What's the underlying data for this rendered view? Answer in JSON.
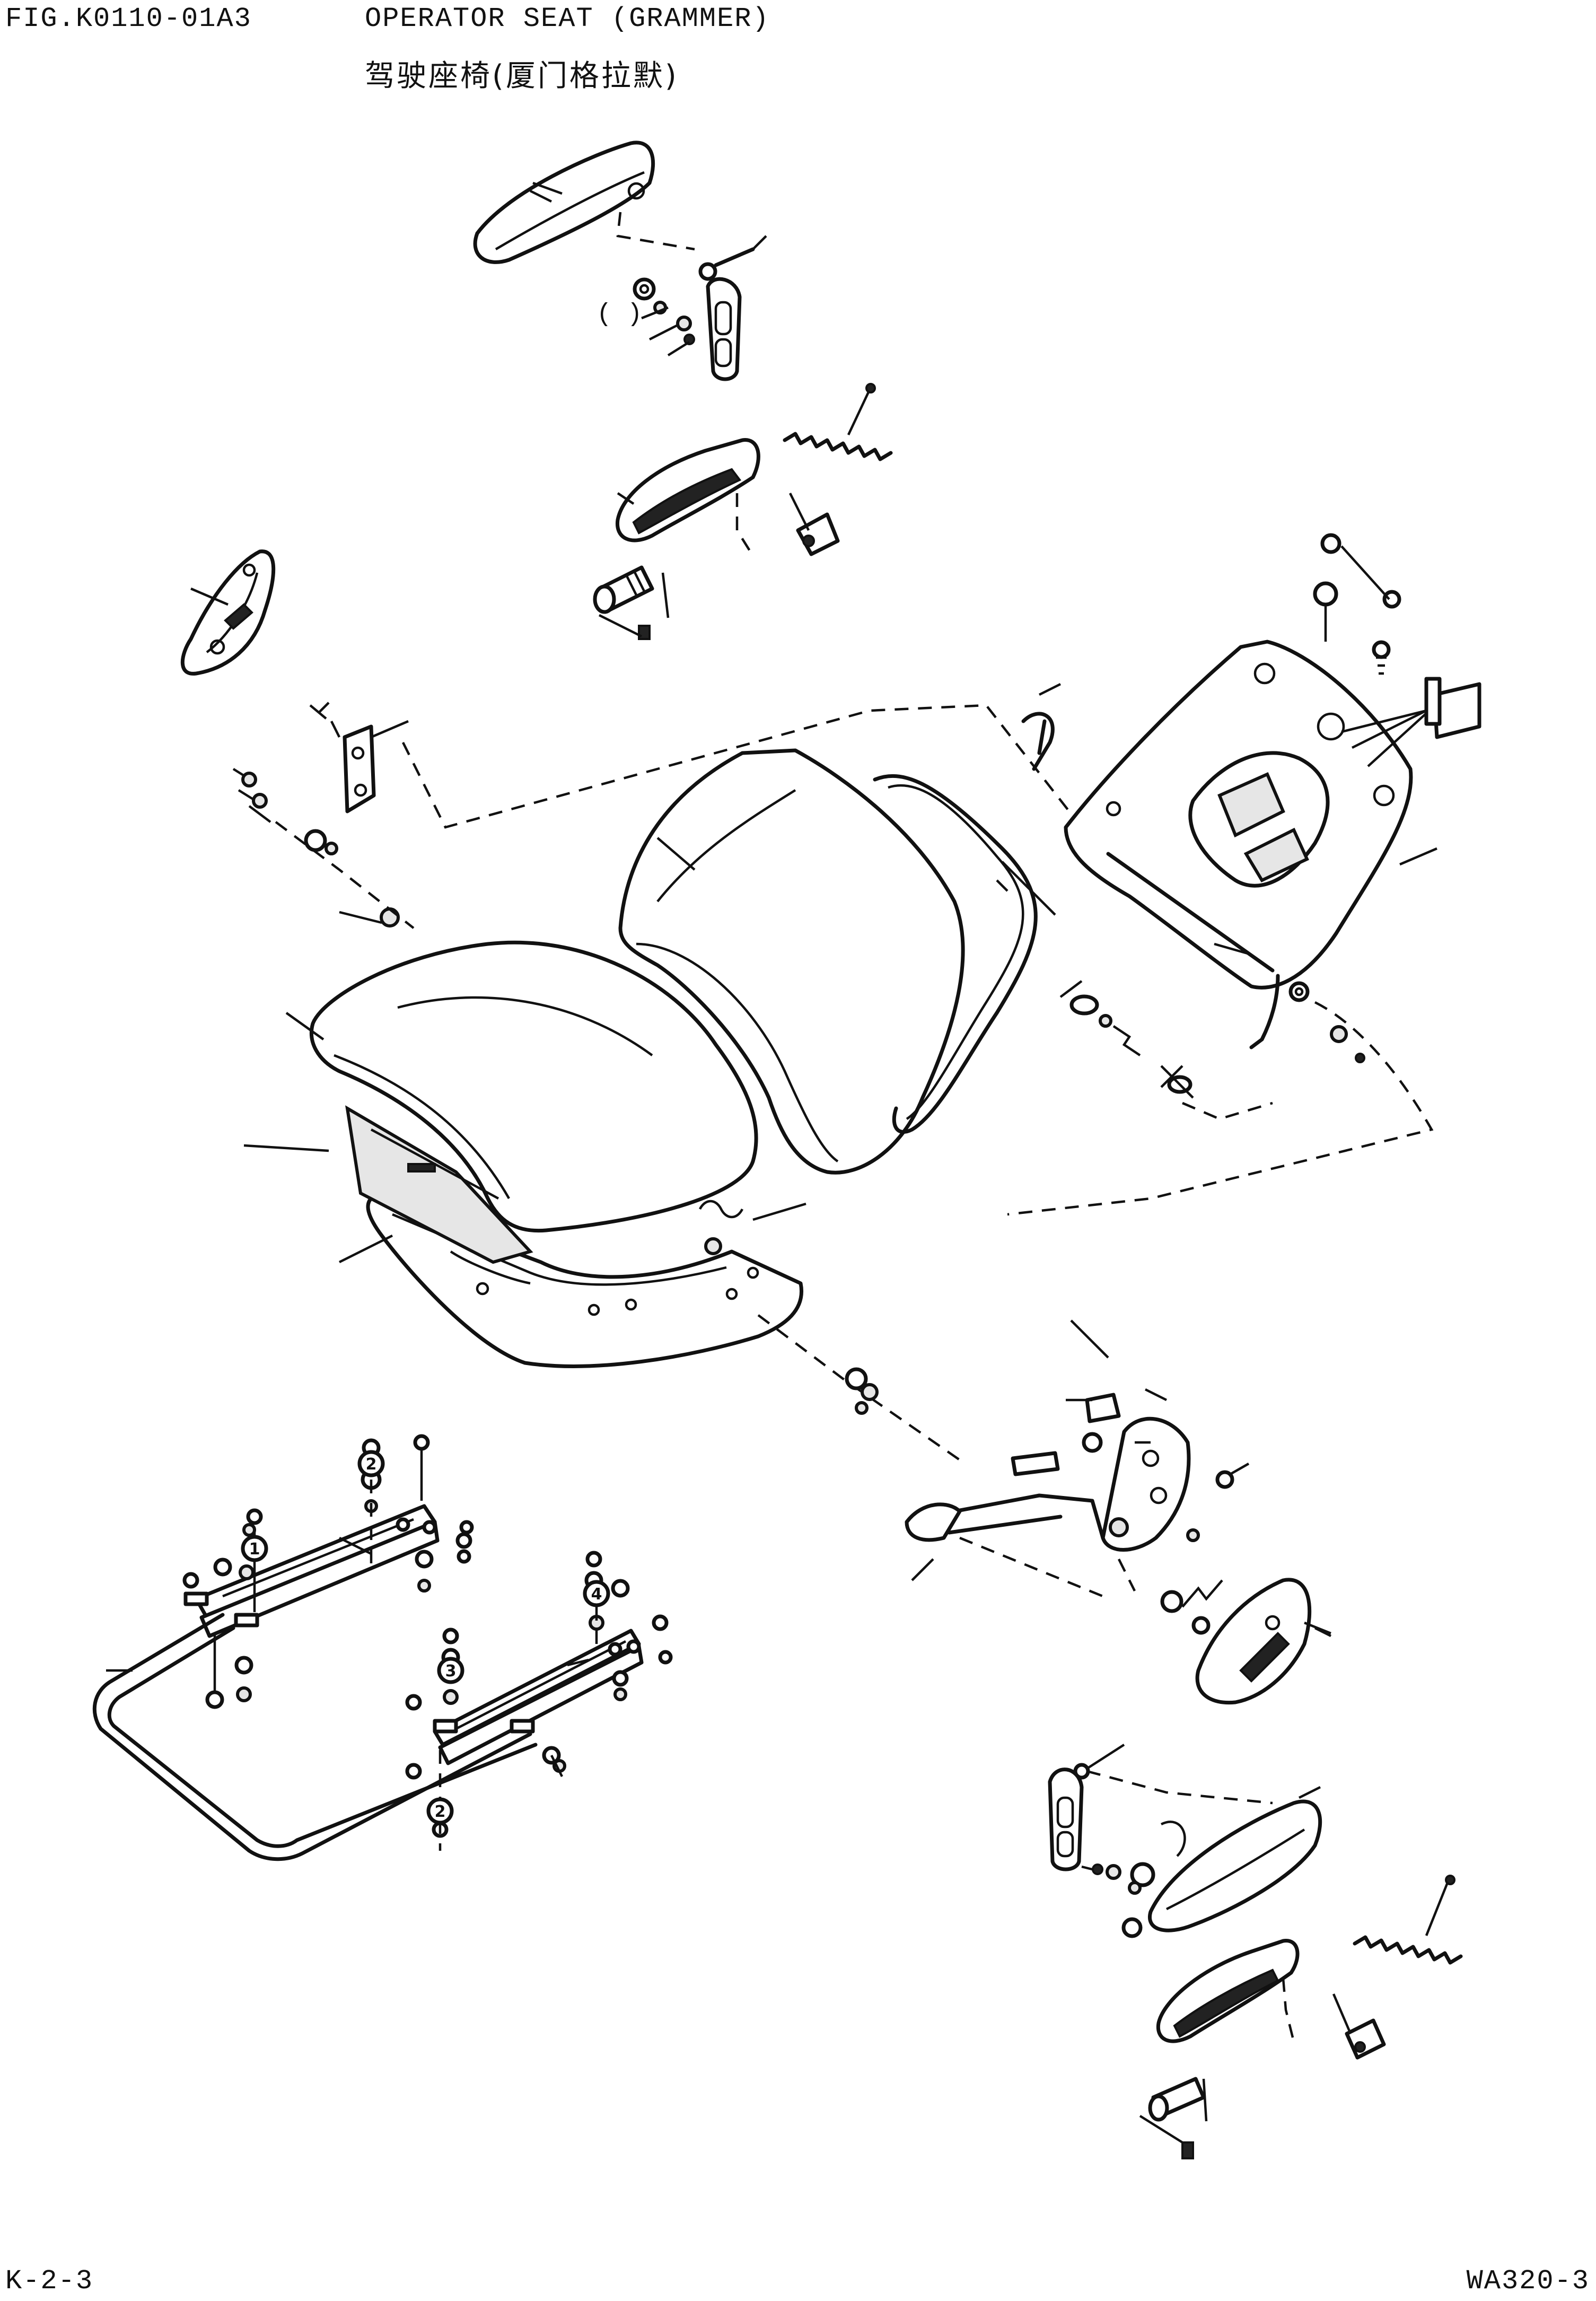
{
  "header": {
    "figure_code": "FIG.K0110-01A3",
    "title_en": "OPERATOR SEAT (GRAMMER)",
    "title_cn": "驾驶座椅(厦门格拉默)"
  },
  "footer": {
    "page_ref": "K-2-3",
    "model_ref": "WA320-3"
  },
  "diagram": {
    "bracket_label": "(  )",
    "callouts": [
      "1",
      "2",
      "3",
      "4"
    ]
  }
}
